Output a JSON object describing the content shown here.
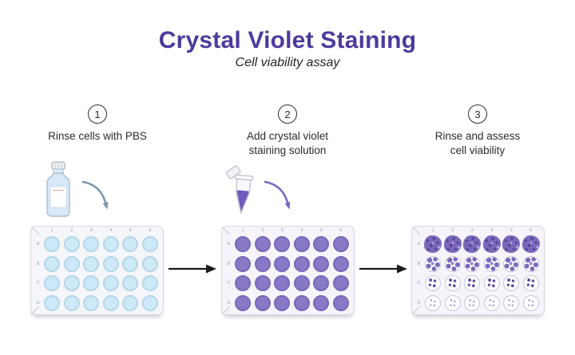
{
  "title": "Crystal Violet Staining",
  "subtitle": "Cell viability assay",
  "steps": [
    {
      "number": "1",
      "label": "Rinse cells with PBS"
    },
    {
      "number": "2",
      "label": "Add crystal violet\nstaining solution"
    },
    {
      "number": "3",
      "label": "Rinse and assess\ncell viability"
    }
  ],
  "icons": {
    "step1": "pbs-bottle-icon",
    "step1_arrow": "pour-arrow-icon",
    "step2": "microcentrifuge-tube-icon",
    "step2_arrow": "pour-arrow-icon",
    "between_plates": "right-arrow-icon"
  },
  "colors": {
    "title": "#4c3a9c",
    "pbs_well": "#cde9f8",
    "pbs_ring": "#b5d6e8",
    "stain_well": "#8878c6",
    "stain_ring": "#7968b8",
    "result_stain": "#7b68bc",
    "flow_arrow": "#1c1c1c",
    "pour_arrow_blue": "#7f97b0",
    "pour_arrow_purple": "#7a66c3"
  },
  "plates": [
    {
      "id": "plate-pbs",
      "columns": [
        "1",
        "2",
        "3",
        "4",
        "5",
        "6"
      ],
      "rows": [
        "A",
        "B",
        "C",
        "D"
      ],
      "row_patterns": [
        "pbs",
        "pbs",
        "pbs",
        "pbs"
      ]
    },
    {
      "id": "plate-stained",
      "columns": [
        "1",
        "2",
        "3",
        "4",
        "5",
        "6"
      ],
      "rows": [
        "A",
        "B",
        "C",
        "D"
      ],
      "row_patterns": [
        "stained",
        "stained",
        "stained",
        "stained"
      ]
    },
    {
      "id": "plate-result",
      "columns": [
        "1",
        "2",
        "3",
        "4",
        "5",
        "6"
      ],
      "rows": [
        "A",
        "B",
        "C",
        "D"
      ],
      "row_patterns": [
        "dense",
        "medium",
        "sparse",
        "faint"
      ]
    }
  ]
}
